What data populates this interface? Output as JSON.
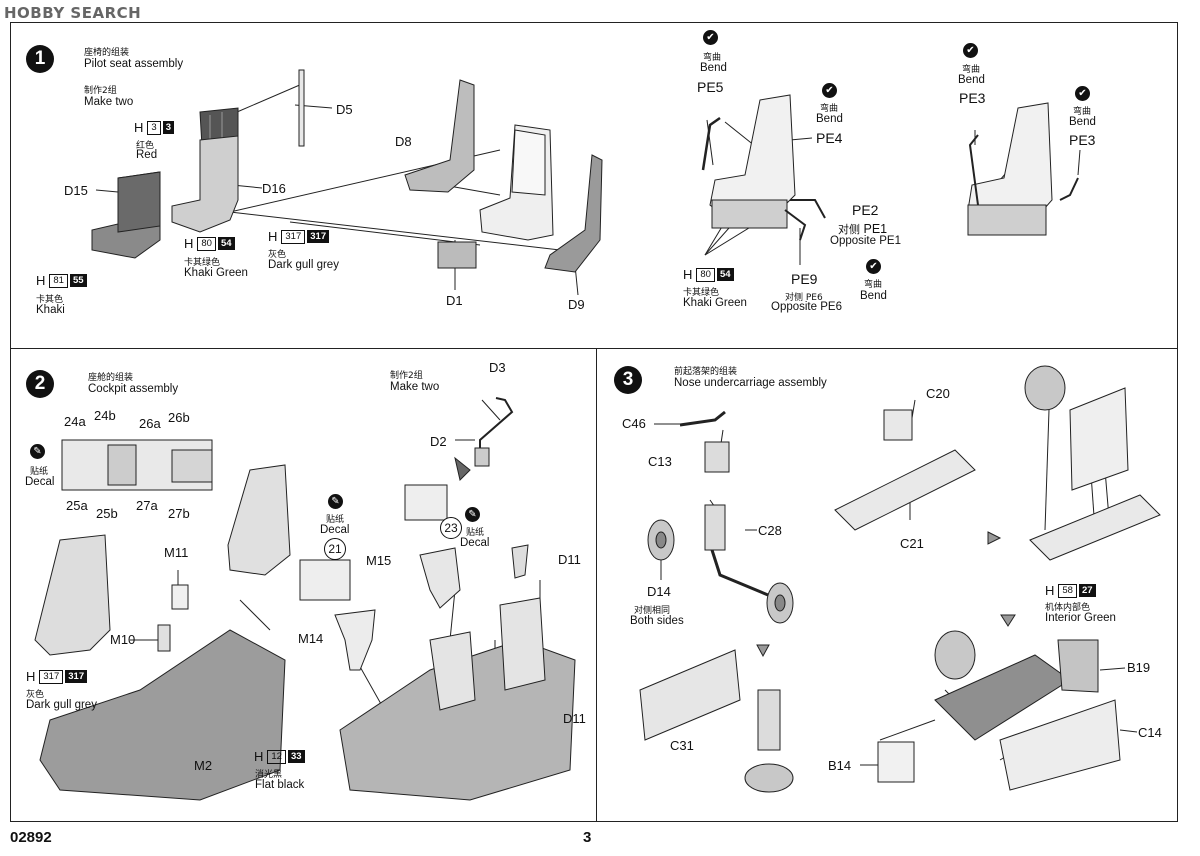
{
  "watermark": "HOBBY SEARCH",
  "footer": {
    "code": "02892",
    "page": "3"
  },
  "step1": {
    "num": "1",
    "title_cn": "座椅的组装",
    "title_en": "Pilot seat assembly",
    "sub_cn": "制作2组",
    "sub_en": "Make two",
    "parts": {
      "d5": "D5",
      "d8": "D8",
      "d15": "D15",
      "d16": "D16",
      "d1": "D1",
      "d9": "D9",
      "pe5": "PE5",
      "pe4": "PE4",
      "pe2": "PE2",
      "pe1": "PE1",
      "pe9": "PE9",
      "pe3a": "PE3",
      "pe3b": "PE3"
    },
    "colors": {
      "red": {
        "h": "H",
        "code": "3",
        "mr": "3",
        "cn": "红色",
        "en": "Red"
      },
      "khaki_green_a": {
        "h": "H",
        "code": "80",
        "mr": "54",
        "cn": "卡其绿色",
        "en": "Khaki Green"
      },
      "khaki": {
        "h": "H",
        "code": "81",
        "mr": "55",
        "cn": "卡其色",
        "en": "Khaki"
      },
      "dark_gull": {
        "h": "H",
        "code": "317",
        "mr": "317",
        "cn": "灰色",
        "en": "Dark gull grey"
      },
      "khaki_green_b": {
        "h": "H",
        "code": "80",
        "mr": "54",
        "cn": "卡其绿色",
        "en": "Khaki Green"
      }
    },
    "bend": {
      "cn": "弯曲",
      "en": "Bend"
    },
    "opp_pe1": {
      "cn": "对侧",
      "part": "PE1",
      "en": "Opposite PE1"
    },
    "opp_pe6": {
      "cn": "对侧 PE6",
      "en": "Opposite PE6"
    }
  },
  "step2": {
    "num": "2",
    "title_cn": "座舱的组装",
    "title_en": "Cockpit assembly",
    "make_two_cn": "制作2组",
    "make_two_en": "Make two",
    "decal_cn": "贴纸",
    "decal_en": "Decal",
    "decal_21": "21",
    "decal_23": "23",
    "decals": {
      "d24a": "24a",
      "d24b": "24b",
      "d26a": "26a",
      "d26b": "26b",
      "d25a": "25a",
      "d25b": "25b",
      "d27a": "27a",
      "d27b": "27b"
    },
    "parts": {
      "d3": "D3",
      "d2": "D2",
      "m11": "M11",
      "m15": "M15",
      "d11a": "D11",
      "m10": "M10",
      "m14": "M14",
      "m2": "M2",
      "d11b": "D11"
    },
    "colors": {
      "dark_gull": {
        "h": "H",
        "code": "317",
        "mr": "317",
        "cn": "灰色",
        "en": "Dark gull grey"
      },
      "flat_black": {
        "h": "H",
        "code": "12",
        "mr": "33",
        "cn": "消光黑",
        "en": "Flat black"
      }
    }
  },
  "step3": {
    "num": "3",
    "title_cn": "前起落架的组装",
    "title_en": "Nose undercarriage assembly",
    "parts": {
      "c46": "C46",
      "c13": "C13",
      "c28": "C28",
      "d14": "D14",
      "c20": "C20",
      "c21": "C21",
      "c31": "C31",
      "b19": "B19",
      "c14": "C14",
      "b14": "B14"
    },
    "both_cn": "对侧相同",
    "both_en": "Both sides",
    "colors": {
      "interior_green": {
        "h": "H",
        "code": "58",
        "mr": "27",
        "cn": "机体内部色",
        "en": "Interior Green"
      }
    }
  }
}
